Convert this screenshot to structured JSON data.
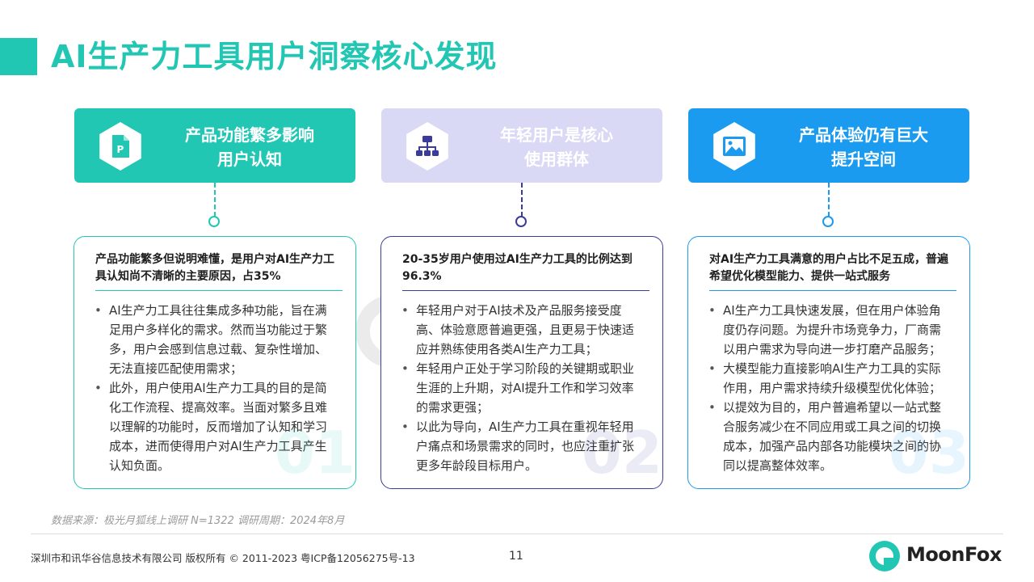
{
  "title": "AI生产力工具用户洞察核心发现",
  "watermark_text": "oonFox",
  "columns": [
    {
      "header": [
        "产品功能繁多影响",
        "用户认知"
      ],
      "icon": "document-p-icon",
      "color": "#22c7b4",
      "heading": "产品功能繁多但说明难懂，是用户对AI生产力工具认知尚不清晰的主要原因，占35%",
      "bullets": [
        "AI生产力工具往往集成多种功能，旨在满足用户多样化的需求。然而当功能过于繁多，用户会感到信息过载、复杂性增加、无法直接匹配使用需求；",
        "此外，用户使用AI生产力工具的目的是简化工作流程、提高效率。当面对繁多且难以理解的功能时，反而增加了认知和学习成本，进而使得用户对AI生产力工具产生认知负面。"
      ],
      "number": "01"
    },
    {
      "header": [
        "年轻用户是核心",
        "使用群体"
      ],
      "icon": "org-chart-icon",
      "color": "#d9d9f5",
      "accent": "#3b3b9a",
      "heading": "20-35岁用户使用过AI生产力工具的比例达到96.3%",
      "bullets": [
        "年轻用户对于AI技术及产品服务接受度高、体验意愿普遍更强，且更易于快速适应并熟练使用各类AI生产力工具；",
        "年轻用户正处于学习阶段的关键期或职业生涯的上升期，对AI提升工作和学习效率的需求更强；",
        "以此为导向，AI生产力工具在重视年轻用户痛点和场景需求的同时，也应注重扩张更多年龄段目标用户。"
      ],
      "number": "02"
    },
    {
      "header": [
        "产品体验仍有巨大",
        "提升空间"
      ],
      "icon": "image-icon",
      "color": "#1a9bf0",
      "heading": "对AI生产力工具满意的用户占比不足五成，普遍希望优化模型能力、提供一站式服务",
      "bullets": [
        "AI生产力工具快速发展，但在用户体验角度仍存问题。为提升市场竞争力，厂商需以用户需求为导向进一步打磨产品服务；",
        "大模型能力直接影响AI生产力工具的实际作用，用户需求持续升级模型优化体验；",
        "以提效为目的，用户普遍希望以一站式整合服务减少在不同应用或工具之间的切换成本，加强产品内部各功能模块之间的协同以提高整体效率。"
      ],
      "number": "03"
    }
  ],
  "source": "数据来源：极光月狐线上调研 N=1322 调研周期：2024年8月",
  "copyright": "深圳市和讯华谷信息技术有限公司 版权所有 © 2011-2023 粤ICP备12056275号-13",
  "page_number": "11",
  "logo_text": "MoonFox"
}
